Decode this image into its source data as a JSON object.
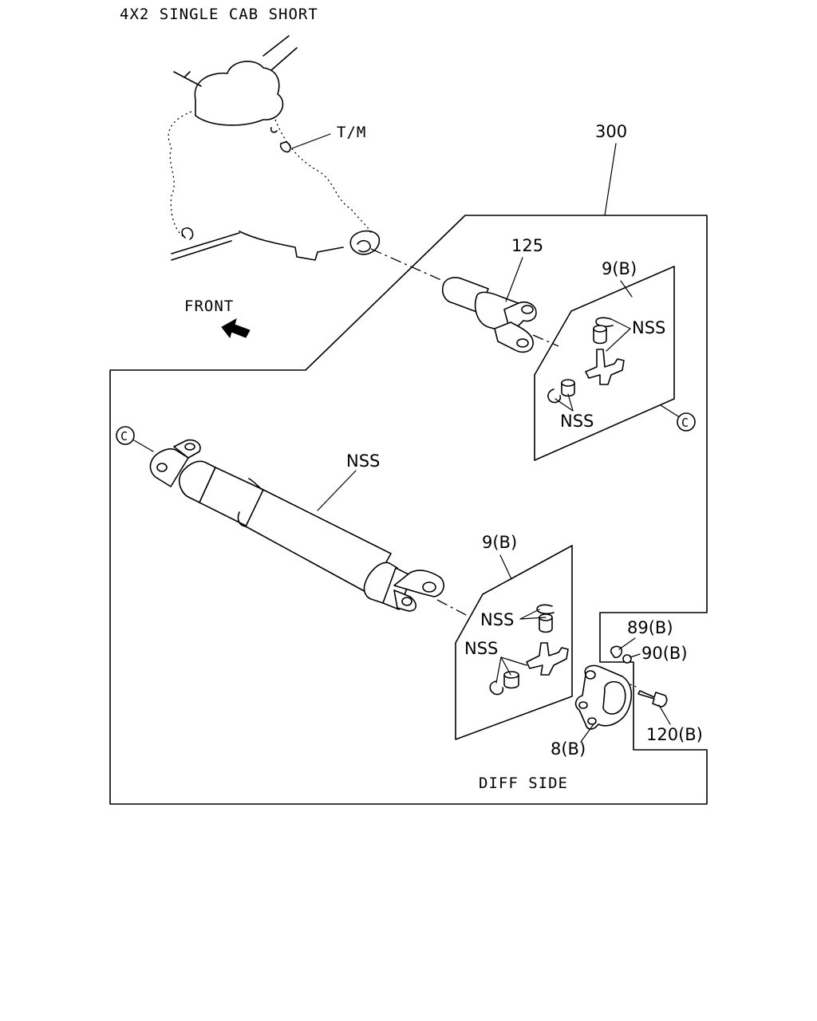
{
  "header": {
    "title": "4X2 SINGLE CAB SHORT"
  },
  "labels": {
    "tm": "T/M",
    "front": "FRONT",
    "assembly": "300",
    "flange_yoke": "125",
    "spider_kit_upper": "9(B)",
    "nss_upper_1": "NSS",
    "nss_upper_2": "NSS",
    "circle_c": "C",
    "shaft_nss": "NSS",
    "spider_kit_lower": "9(B)",
    "nss_lower_1": "NSS",
    "nss_lower_2": "NSS",
    "nut": "89(B)",
    "washer": "90(B)",
    "bolt": "120(B)",
    "flange": "8(B)",
    "diff_side": "DIFF SIDE"
  }
}
